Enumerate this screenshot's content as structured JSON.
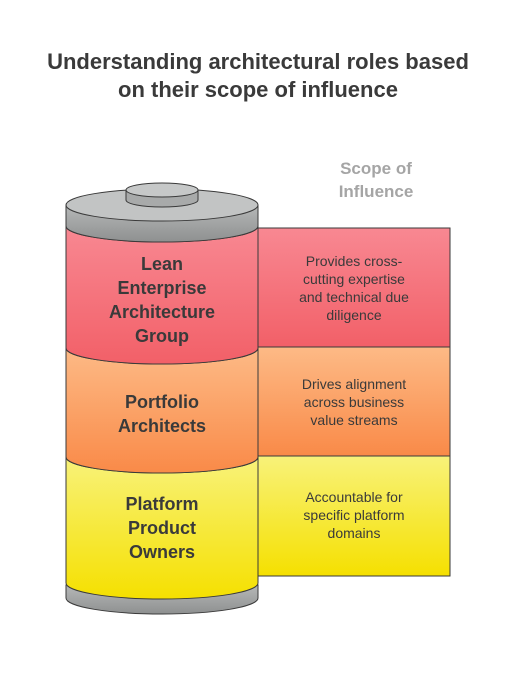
{
  "title": {
    "line1": "Understanding architectural roles based",
    "line2": "on their scope of influence"
  },
  "scope": {
    "line1": "Scope of",
    "line2": "Influence"
  },
  "layers": [
    {
      "label_lines": [
        "Lean",
        "Enterprise",
        "Architecture",
        "Group"
      ],
      "desc_lines": [
        "Provides cross-",
        "cutting expertise",
        "and technical due",
        "diligence"
      ],
      "color": "#f87272"
    },
    {
      "label_lines": [
        "Portfolio",
        "Architects"
      ],
      "desc_lines": [
        "Drives alignment",
        "across business",
        "value streams"
      ],
      "color": "#fb9f56"
    },
    {
      "label_lines": [
        "Platform",
        "Product",
        "Owners"
      ],
      "desc_lines": [
        "Accountable for",
        "specific platform",
        "domains"
      ],
      "color": "#f5e23c"
    }
  ],
  "colors": {
    "cap": "#9ea0a0",
    "cap_top": "#c2c4c4",
    "outline": "#3a3a3a",
    "text": "#3a3a3a",
    "scope_text": "#a5a5a5"
  }
}
